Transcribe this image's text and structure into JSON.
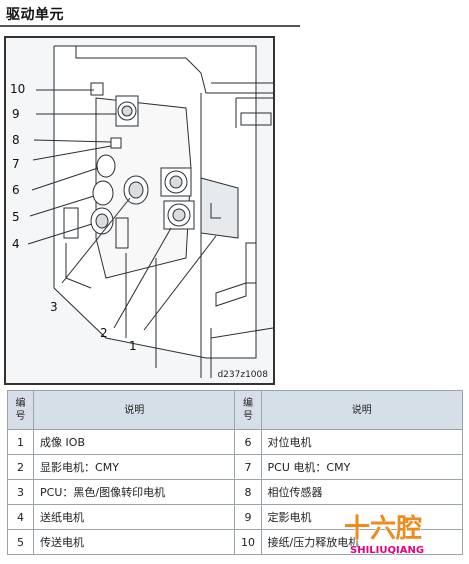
{
  "section_title": "驱动单元",
  "figure": {
    "id_label": "d237z1008",
    "callouts": [
      "10",
      "9",
      "8",
      "7",
      "6",
      "5",
      "4",
      "3",
      "2",
      "1"
    ]
  },
  "table": {
    "header_no": "编号",
    "header_desc": "说明",
    "rows": [
      {
        "left_no": "1",
        "left_desc": "成像 IOB",
        "right_no": "6",
        "right_desc": "对位电机"
      },
      {
        "left_no": "2",
        "left_desc": "显影电机：CMY",
        "right_no": "7",
        "right_desc": "PCU 电机：CMY"
      },
      {
        "left_no": "3",
        "left_desc": "PCU：黑色/图像转印电机",
        "right_no": "8",
        "right_desc": "相位传感器"
      },
      {
        "left_no": "4",
        "left_desc": "送纸电机",
        "right_no": "9",
        "right_desc": "定影电机"
      },
      {
        "left_no": "5",
        "left_desc": "传送电机",
        "right_no": "10",
        "right_desc": "接纸/压力释放电机"
      }
    ]
  },
  "watermark": {
    "logo_text": "十六腔",
    "sub_text": "SHILIUQIANG",
    "colors": {
      "orange": "#f08a1c",
      "pink": "#e4007f"
    }
  }
}
